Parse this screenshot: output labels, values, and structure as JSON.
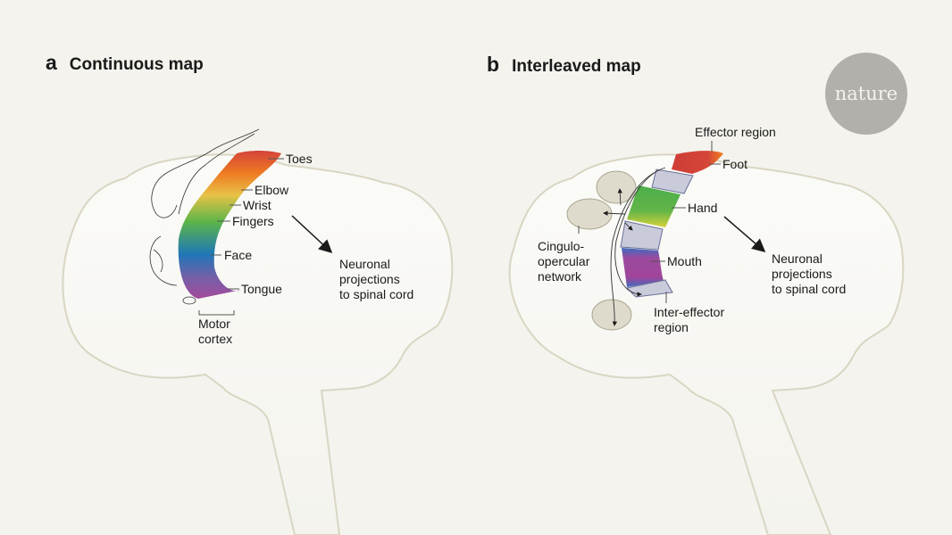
{
  "logo": {
    "text": "nature",
    "color": "#b1b0aa"
  },
  "panel_a": {
    "letter": "a",
    "title": "Continuous map",
    "labels": {
      "toes": "Toes",
      "elbow": "Elbow",
      "wrist": "Wrist",
      "fingers": "Fingers",
      "face": "Face",
      "tongue": "Tongue",
      "motor_cortex": "Motor\ncortex",
      "projections": "Neuronal\nprojections\nto spinal cord"
    }
  },
  "panel_b": {
    "letter": "b",
    "title": "Interleaved map",
    "labels": {
      "effector_region": "Effector region",
      "foot": "Foot",
      "hand": "Hand",
      "mouth": "Mouth",
      "cingulo_opercular": "Cingulo-\nopercular\nnetwork",
      "inter_effector": "Inter-effector\nregion",
      "projections": "Neuronal\nprojections\nto spinal cord"
    }
  },
  "colors": {
    "background": "#f4f3ed",
    "brain_fill": "#fbfbf8",
    "brain_outline": "#d9d6c3",
    "inter_effector": "#c9cbdb",
    "network_blob": "#dedbcc"
  }
}
